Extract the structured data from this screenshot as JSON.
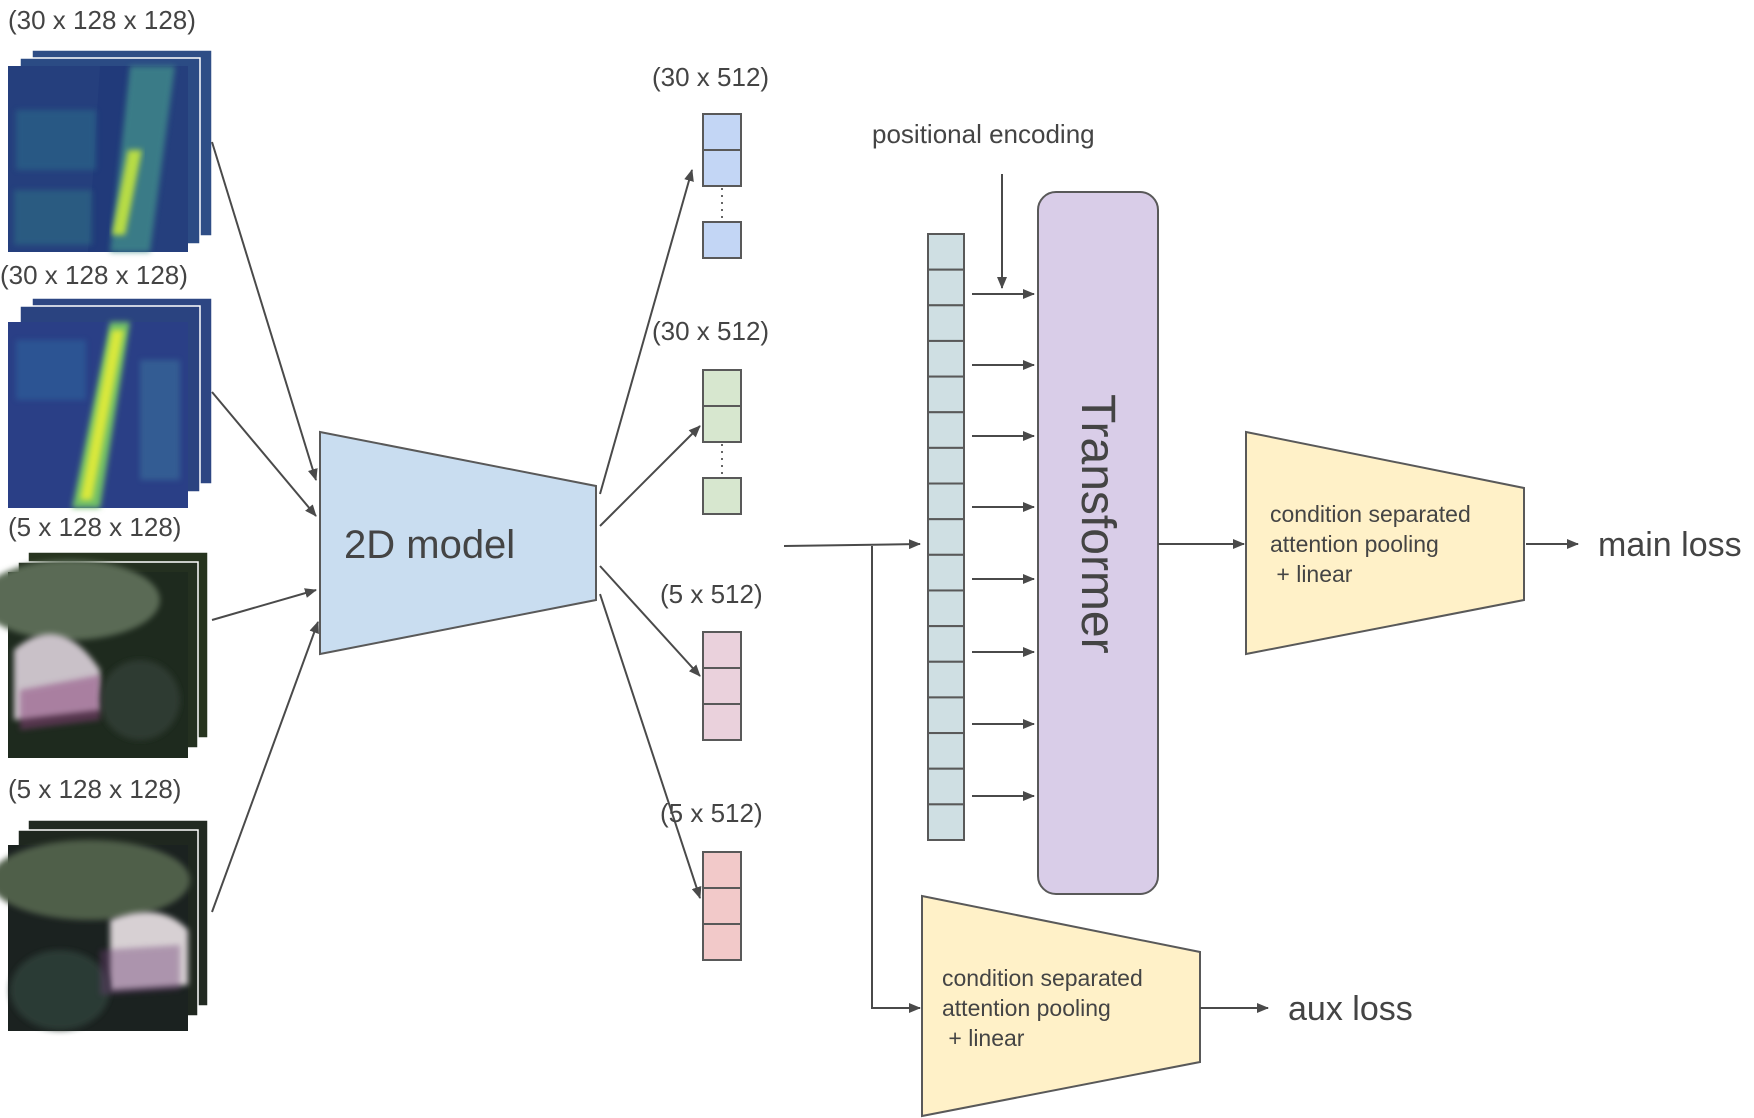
{
  "inputs": [
    {
      "shape_label": "(30 x 128 x 128)",
      "style": "sagittal-t1",
      "colors": [
        "#2b4f8a",
        "#3a7c8c",
        "#5fb06b",
        "#c8e04a"
      ]
    },
    {
      "shape_label": "(30 x 128 x 128)",
      "style": "sagittal-t2",
      "colors": [
        "#2a3f86",
        "#357a9a",
        "#6fbf68",
        "#d9e83a"
      ]
    },
    {
      "shape_label": "(5 x 128 x 128)",
      "style": "axial-1",
      "colors": [
        "#1e2a1e",
        "#5a6a55",
        "#c9c1c8",
        "#8a3f7a"
      ]
    },
    {
      "shape_label": "(5 x 128 x 128)",
      "style": "axial-2",
      "colors": [
        "#1b2220",
        "#4f5e4a",
        "#d7d0d3",
        "#6d3c75"
      ]
    }
  ],
  "model": {
    "label": "2D model",
    "color": "#c9ddf0"
  },
  "features": [
    {
      "shape_label": "(30 x 512)",
      "color": "#c3d6f5",
      "dotted": true
    },
    {
      "shape_label": "(30 x 512)",
      "color": "#d7e7cf",
      "dotted": true
    },
    {
      "shape_label": "(5 x 512)",
      "color": "#ead1dc",
      "dotted": false
    },
    {
      "shape_label": "(5 x 512)",
      "color": "#f2c9c9",
      "dotted": false
    }
  ],
  "positional_encoding": {
    "label": "positional encoding"
  },
  "sequence": {
    "color": "#cfdfe3",
    "cells": 17
  },
  "transformer": {
    "label": "Transformer",
    "color": "#d9cde8"
  },
  "main_head": {
    "line1": "condition separated",
    "line2": "attention pooling",
    "line3": " + linear",
    "color": "#fff1c8"
  },
  "aux_head": {
    "line1": "condition separated",
    "line2": "attention pooling",
    "line3": " + linear",
    "color": "#fff1c8"
  },
  "outputs": {
    "main": "main loss",
    "aux": "aux loss"
  }
}
